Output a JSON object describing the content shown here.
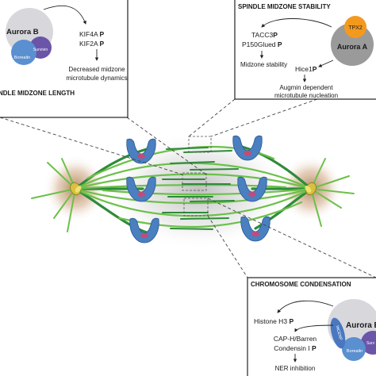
{
  "panel_midzone_length": {
    "title": "NDLE MIDZONE LENGTH",
    "kinase": "Aurora B",
    "partner_1": "Survivin",
    "partner_2": "Borealin",
    "target_1": "KIF4A",
    "target_2": "KIF2A",
    "phospho": "P",
    "outcome_line_1": "Decreased midzone",
    "outcome_line_2": "microtubule dynamics"
  },
  "panel_midzone_stability": {
    "title": "SPINDLE MIDZONE STABILITY",
    "kinase": "Aurora A",
    "partner": "TPX2",
    "target_1": "TACC3",
    "target_2": "P150Glued",
    "target_3": "Hice1",
    "phospho": "P",
    "outcome_1": "Midzone stability",
    "outcome_2_line_1": "Augmin dependent",
    "outcome_2_line_2": "microtubule nucleation"
  },
  "panel_condensation": {
    "title": "CHROMOSOME CONDENSATION",
    "kinase": "Aurora B",
    "partner_1": "INCENP",
    "partner_2": "Borealin",
    "partner_3": "Surv",
    "target_1": "Histone H3",
    "target_2_line_1": "CAP-H/Barren",
    "target_2_line_2": "Condensin I",
    "phospho": "P",
    "outcome": "NER inhibition"
  },
  "colors": {
    "microtubule": "#2e8b3a",
    "microtubule_light": "#6cc04a",
    "chromosome": "#4a7fc0",
    "kinetochore": "#c44a7a",
    "aurora_b": "#d8d8dc",
    "survivin": "#6a55a8",
    "borealin": "#5a8fd0",
    "incenp": "#4a78c0",
    "aurora_a": "#9a9a9a",
    "tpx2": "#f39a1e",
    "centrosome": "#d8c040",
    "halo": "#b8845a"
  }
}
